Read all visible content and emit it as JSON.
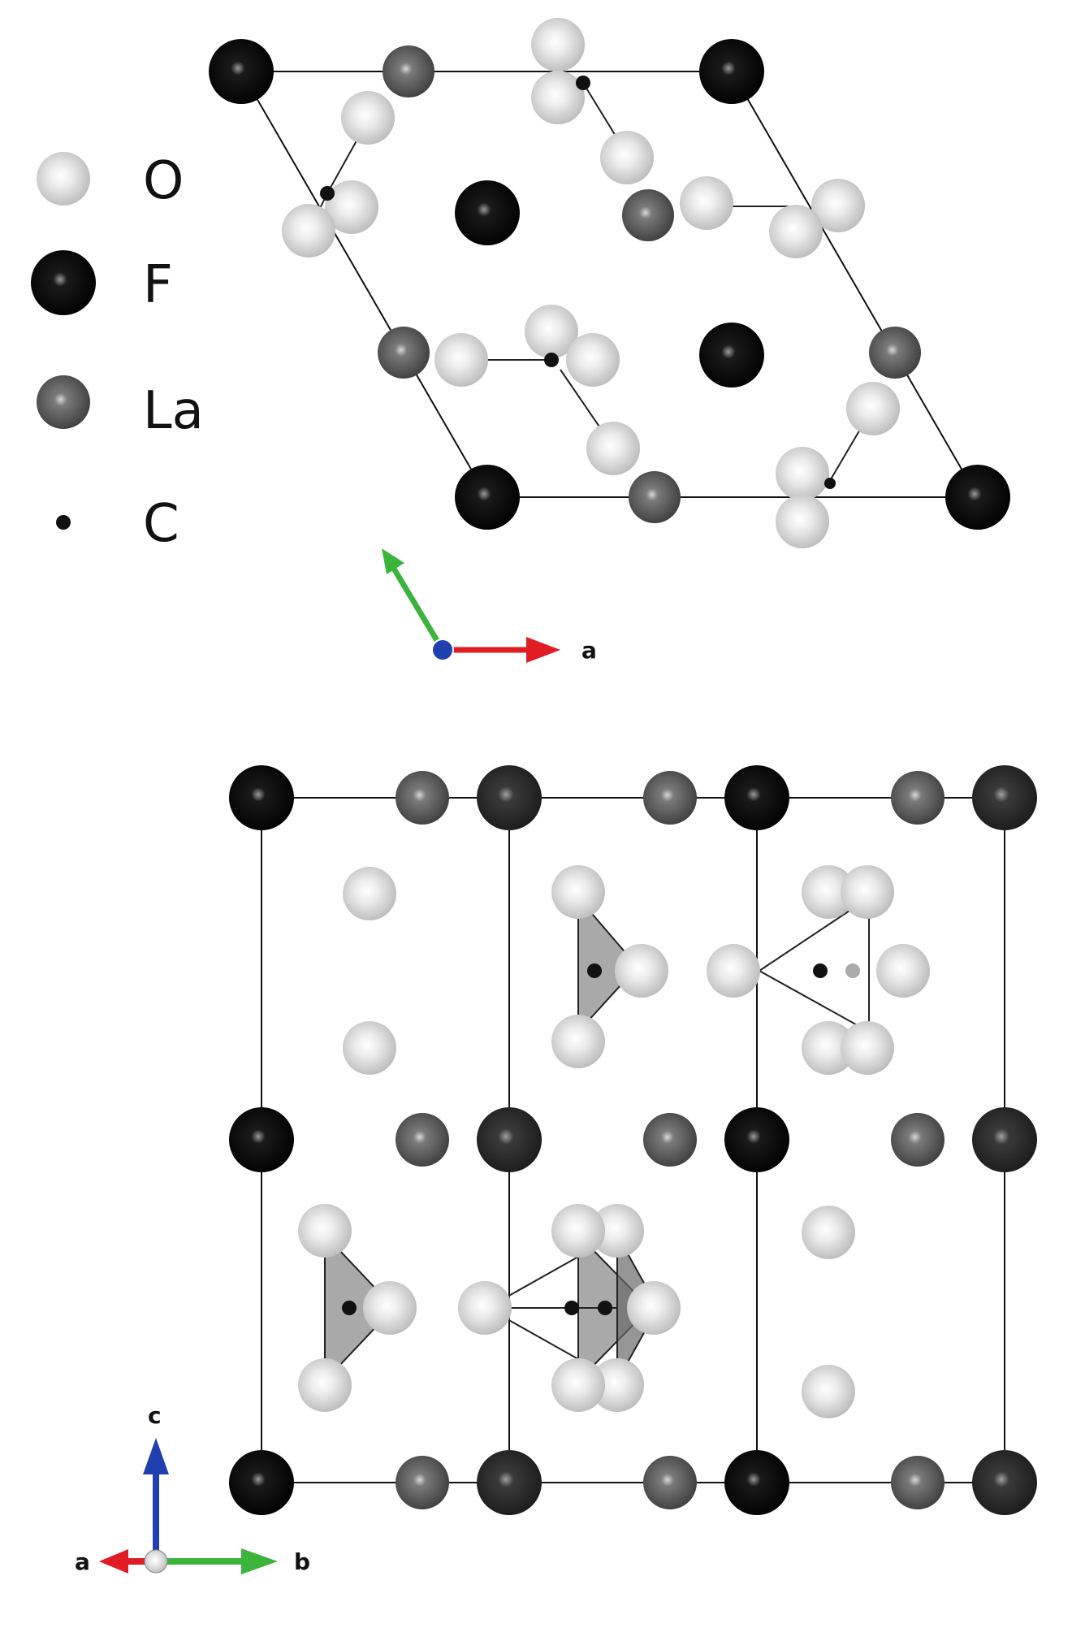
{
  "legend": [
    {
      "symbol": "O",
      "kind": "O"
    },
    {
      "symbol": "F",
      "kind": "F"
    },
    {
      "symbol": "La",
      "kind": "La"
    },
    {
      "symbol": "C",
      "kind": "C"
    }
  ],
  "colors": {
    "O": "#d6d6d6",
    "F": "#0b0b0b",
    "La": "#5e5e5e",
    "C": "#111111",
    "polyhedron": "#8c8c8c",
    "axis_a": "#e01b24",
    "axis_b": "#3cb43c",
    "axis_c": "#2040b0",
    "cell": "#111111"
  },
  "top_view": {
    "axes": [
      {
        "name": "a",
        "color": "axis_a",
        "label": "a"
      },
      {
        "name": "b",
        "color": "axis_b",
        "label": ""
      },
      {
        "name": "c",
        "color": "axis_c",
        "label": ""
      }
    ]
  },
  "bottom_view": {
    "axes": [
      {
        "name": "a",
        "color": "axis_a",
        "label": "a"
      },
      {
        "name": "b",
        "color": "axis_b",
        "label": "b"
      },
      {
        "name": "c",
        "color": "axis_c",
        "label": "c"
      }
    ]
  }
}
